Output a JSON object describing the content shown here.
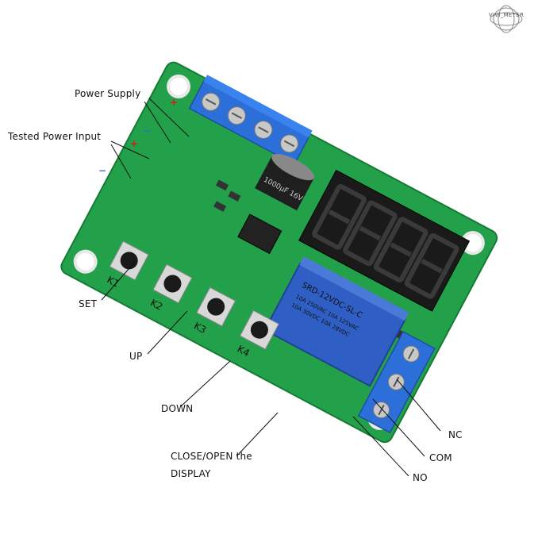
{
  "brand": {
    "logo_text": "VIVI_METER"
  },
  "labels": {
    "power_supply": "Power Supply",
    "tested_power_input": "Tested Power Input",
    "set": "SET",
    "up": "UP",
    "down": "DOWN",
    "close_open_line1": "CLOSE/OPEN the",
    "close_open_line2": "DISPLAY",
    "nc": "NC",
    "com": "COM",
    "no": "NO"
  },
  "polarity": {
    "plus_power": "+",
    "plus_tested": "+",
    "minus_power": "−",
    "minus_tested": "−"
  },
  "board_silkscreen": {
    "k1": "K1",
    "k2": "K2",
    "k3": "K3",
    "k4": "K4",
    "relay_model": "SRD-12VDC-SL-C",
    "relay_rating_1": "10A 250VAC  10A 125VAC",
    "relay_rating_2": "10A 30VDC  10A 28VDC",
    "capacitor": "1000μF 16V"
  },
  "colors": {
    "pcb": "#23a14a",
    "pcb_dark": "#157a34",
    "terminal_blue": "#2d6fd8",
    "relay_blue": "#2f5fc4",
    "display_black": "#1a1a1a",
    "polarity_red": "#d11b1b",
    "polarity_blue": "#2d6fd8"
  }
}
